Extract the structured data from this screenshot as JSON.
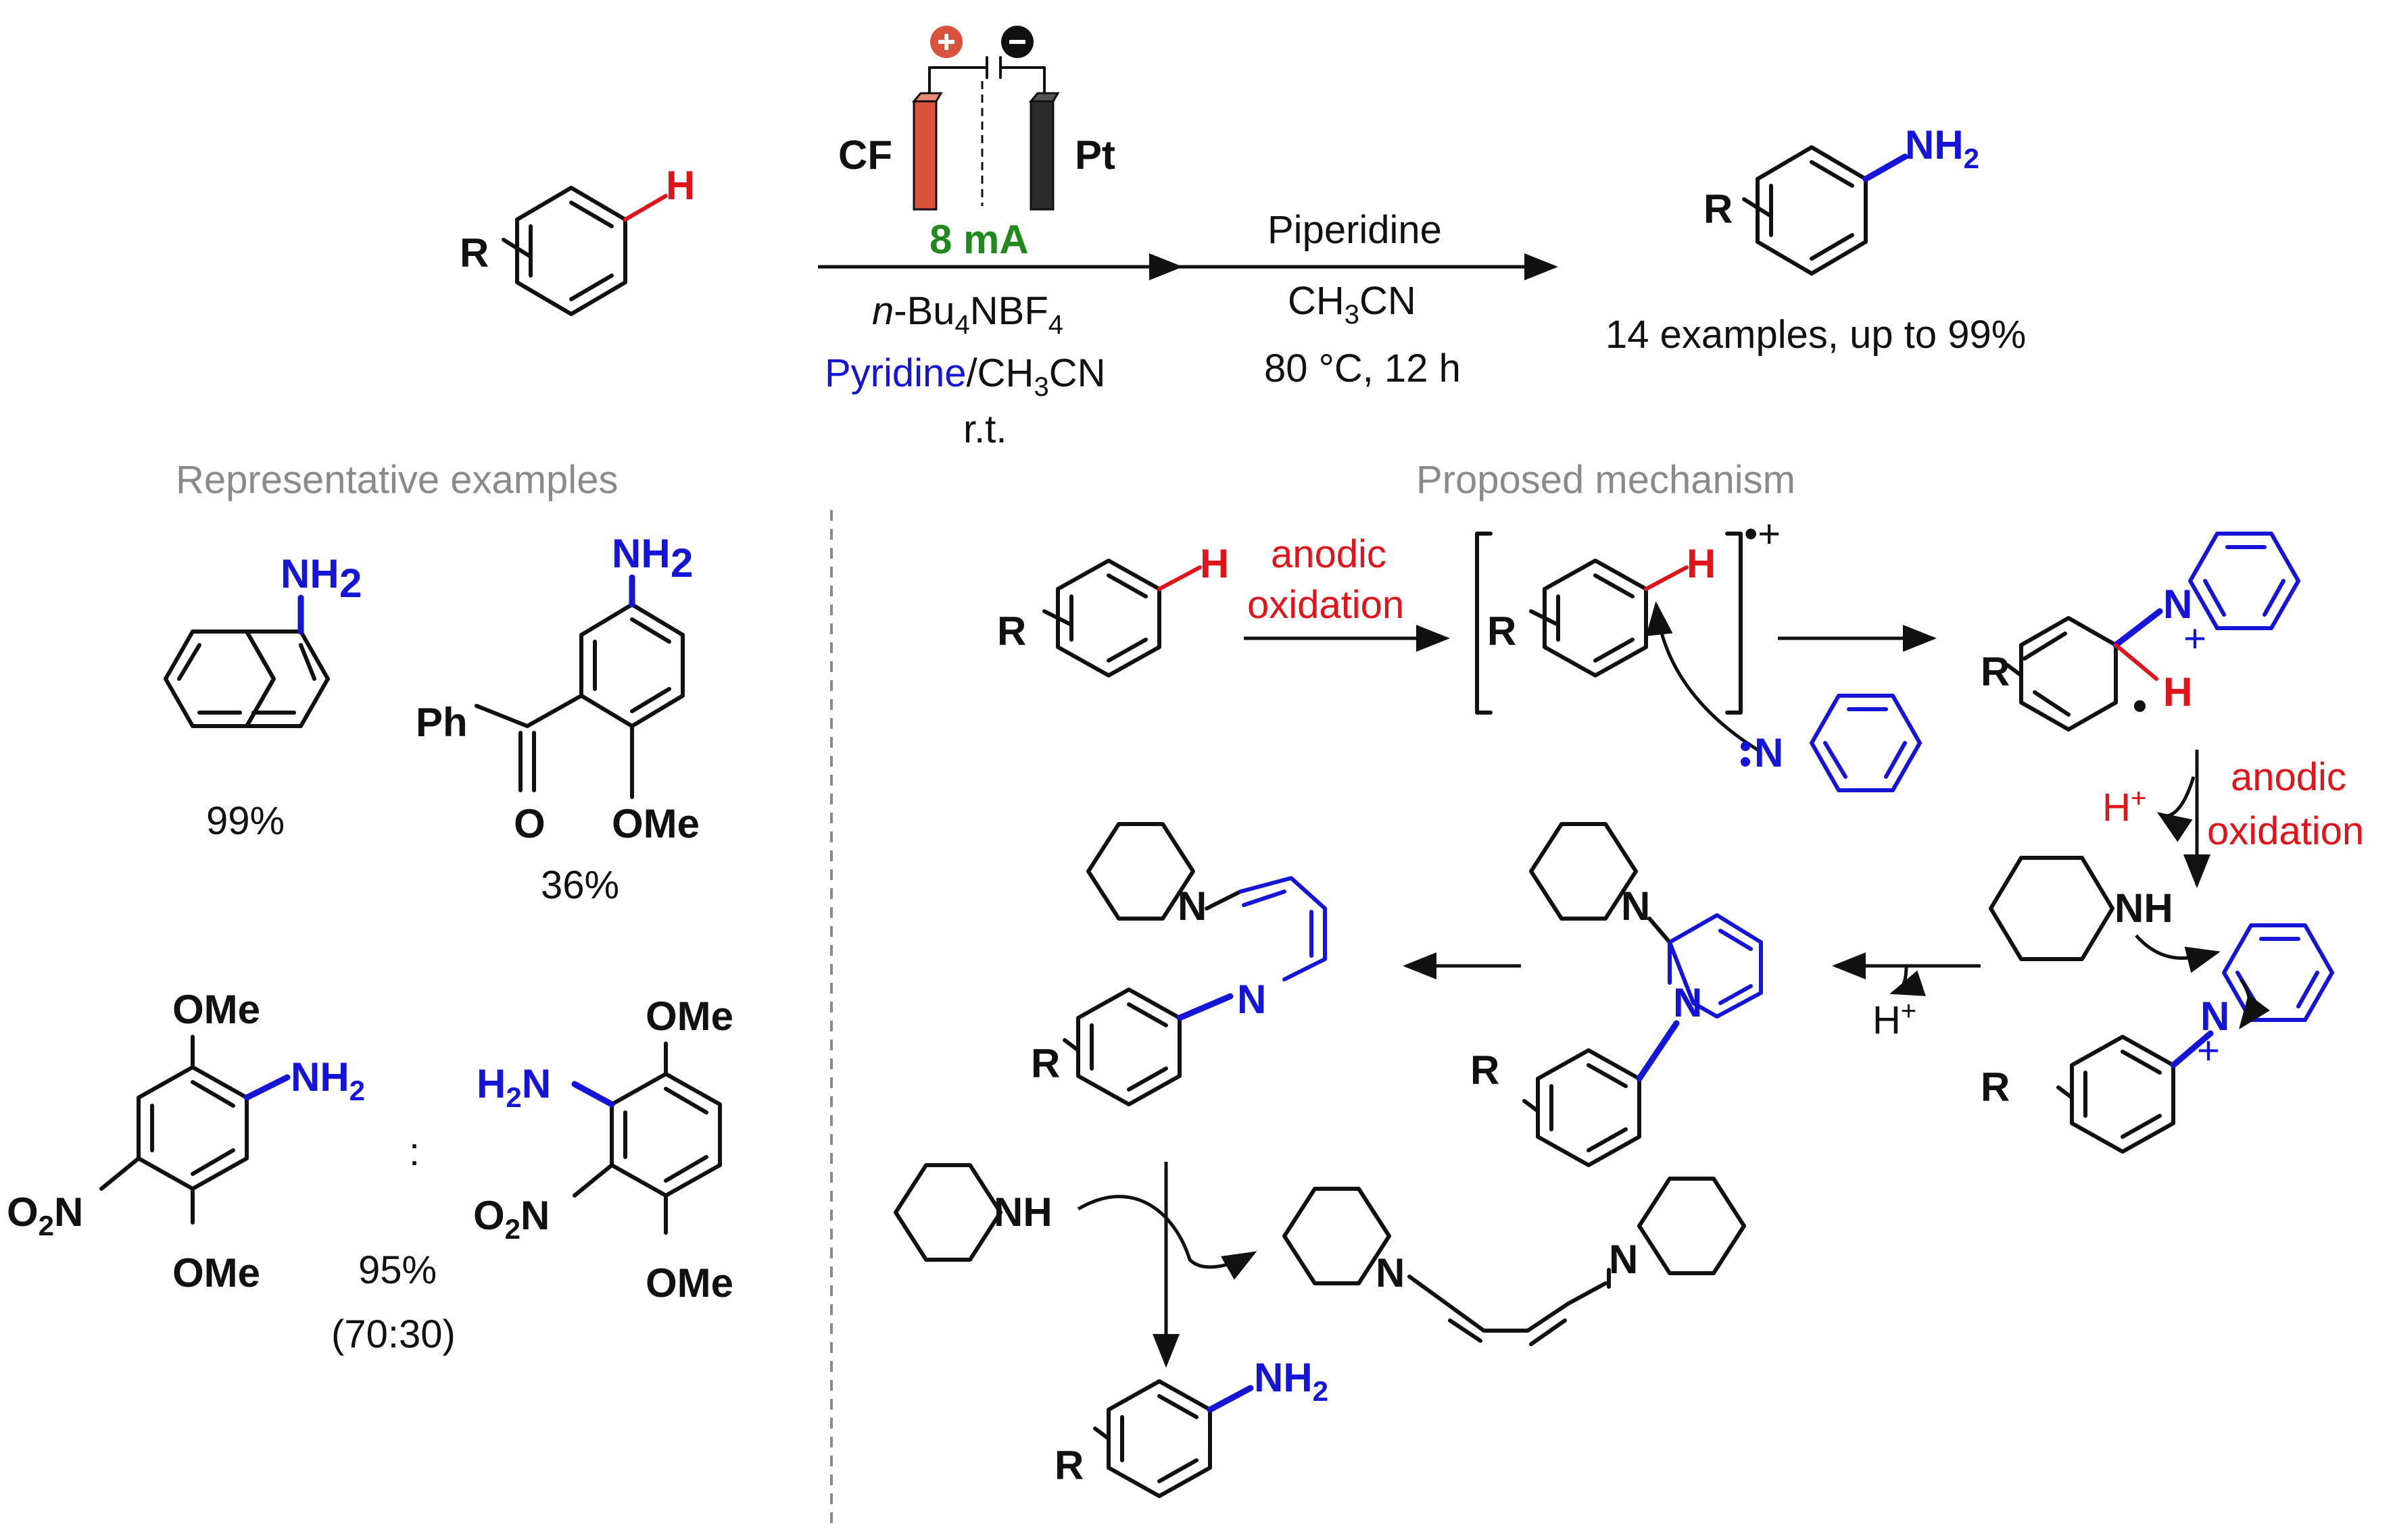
{
  "colors": {
    "text": "#111111",
    "heading": "#8a8a8a",
    "accent_red": "#e0141b",
    "accent_blue": "#1515d8",
    "current_green": "#218a1e",
    "anode": "#d9533c",
    "cathode": "#2b2b2b"
  },
  "icons": {
    "anode": "plus-circle-icon",
    "cathode": "minus-circle-icon"
  },
  "reaction": {
    "reactant_R": "R",
    "reactant_H": "H",
    "anode_label": "CF",
    "cathode_label": "Pt",
    "current": "8 mA",
    "cond1_line1": "n",
    "cond1_line1b": "-Bu",
    "cond1_line1c": "4",
    "cond1_line1d": "NBF",
    "cond1_line1e": "4",
    "cond1_pyridine": "Pyridine",
    "cond1_solvent": "/CH",
    "cond1_solvent_sub": "3",
    "cond1_solvent_end": "CN",
    "cond1_temp": "r.t.",
    "cond2_reagent": "Piperidine",
    "cond2_solvent": "CH",
    "cond2_solvent_sub": "3",
    "cond2_solvent_end": "CN",
    "cond2_temp": "80 °C, 12 h",
    "product_R": "R",
    "product_NH": "NH",
    "product_NH_sub": "2",
    "summary": "14 examples, up to 99%"
  },
  "examples": {
    "heading": "Representative examples",
    "ex1_group": "NH",
    "ex1_group_sub": "2",
    "ex1_yield": "99%",
    "ex2_group": "NH",
    "ex2_group_sub": "2",
    "ex2_ph": "Ph",
    "ex2_o": "O",
    "ex2_ome": "OMe",
    "ex2_yield": "36%",
    "ex3_ome_top": "OMe",
    "ex3_nh": "NH",
    "ex3_nh_sub": "2",
    "ex3_no2": "O",
    "ex3_no2_sub": "2",
    "ex3_no2_end": "N",
    "ex3_ome_bottom": "OMe",
    "ratio_colon": ":",
    "ex3_yield": "95%",
    "ex3_ratio": "(70:30)",
    "ex4_ome_top": "OMe",
    "ex4_h2n": "H",
    "ex4_h2n_sub": "2",
    "ex4_h2n_end": "N",
    "ex4_no2": "O",
    "ex4_no2_sub": "2",
    "ex4_no2_end": "N",
    "ex4_ome_bottom": "OMe"
  },
  "mechanism": {
    "heading": "Proposed mechanism",
    "s1_R": "R",
    "s1_H": "H",
    "step1_label_1": "anodic",
    "step1_label_2": "oxidation",
    "rc_R": "R",
    "rc_H": "H",
    "rc_charge": "•+",
    "py_N": "N",
    "sig_R": "R",
    "sig_N": "N",
    "sig_plus": "+",
    "sig_H": "H",
    "sig_dot": "•",
    "step2_Hplus": "H",
    "step2_Hplus_sup": "+",
    "step2_label_1": "anodic",
    "step2_label_2": "oxidation",
    "pyr_R": "R",
    "pyr_N": "N",
    "pyr_plus": "+",
    "pip_NH": "NH",
    "add_R": "R",
    "add_N1": "N",
    "add_N2": "N",
    "step3_Hplus": "H",
    "step3_Hplus_sup": "+",
    "open_R": "R",
    "open_N1": "N",
    "open_N2": "N",
    "pip2_NH": "NH",
    "dye_N1": "N",
    "dye_N2": "N",
    "final_R": "R",
    "final_NH": "NH",
    "final_NH_sub": "2"
  }
}
